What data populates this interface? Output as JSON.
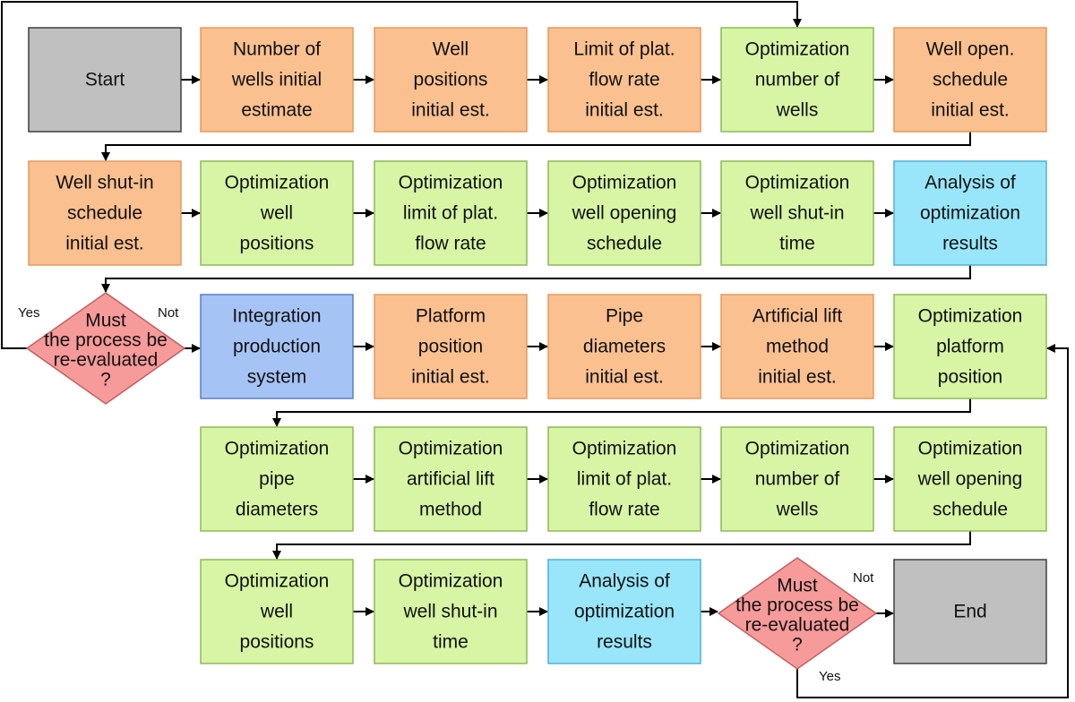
{
  "colors": {
    "terminal": "#c0c0c0",
    "terminal_stroke": "#3f3f3f",
    "initial": "#fac090",
    "initial_stroke": "#e59a5e",
    "optimization": "#d7f5a5",
    "optimization_stroke": "#8dba57",
    "analysis": "#99e6fa",
    "analysis_stroke": "#4fb1d6",
    "integration": "#a6c3f5",
    "integration_stroke": "#5a7fc9",
    "decision": "#f79a9a",
    "decision_stroke": "#c06060",
    "connector": "#000000"
  },
  "nodes": {
    "start": {
      "kind": "terminal",
      "lines": [
        "Start"
      ]
    },
    "n_wells_init": {
      "kind": "initial",
      "lines": [
        "Number of",
        "wells initial",
        "estimate"
      ]
    },
    "well_pos_init": {
      "kind": "initial",
      "lines": [
        "Well",
        "positions",
        "initial est."
      ]
    },
    "limit_flow_init": {
      "kind": "initial",
      "lines": [
        "Limit of plat.",
        "flow rate",
        "initial est."
      ]
    },
    "opt_n_wells_1": {
      "kind": "optimization",
      "lines": [
        "Optimization",
        "number of",
        "wells"
      ]
    },
    "well_open_init": {
      "kind": "initial",
      "lines": [
        "Well open.",
        "schedule",
        "initial est."
      ]
    },
    "well_shut_init": {
      "kind": "initial",
      "lines": [
        "Well shut-in",
        "schedule",
        "initial est."
      ]
    },
    "opt_well_pos_1": {
      "kind": "optimization",
      "lines": [
        "Optimization",
        "well",
        "positions"
      ]
    },
    "opt_limit_flow_1": {
      "kind": "optimization",
      "lines": [
        "Optimization",
        "limit of plat.",
        "flow rate"
      ]
    },
    "opt_open_sched_1": {
      "kind": "optimization",
      "lines": [
        "Optimization",
        "well opening",
        "schedule"
      ]
    },
    "opt_shut_time_1": {
      "kind": "optimization",
      "lines": [
        "Optimization",
        "well shut-in",
        "time"
      ]
    },
    "analysis_1": {
      "kind": "analysis",
      "lines": [
        "Analysis of",
        "optimization",
        "results"
      ]
    },
    "decision_1": {
      "kind": "decision",
      "lines": [
        "Must",
        "the process  be",
        "re-evaluated",
        "?"
      ]
    },
    "integration": {
      "kind": "integration",
      "lines": [
        "Integration",
        "production",
        "system"
      ]
    },
    "platform_pos_init": {
      "kind": "initial",
      "lines": [
        "Platform",
        "position",
        "initial est."
      ]
    },
    "pipe_diam_init": {
      "kind": "initial",
      "lines": [
        "Pipe",
        "diameters",
        "initial est."
      ]
    },
    "art_lift_init": {
      "kind": "initial",
      "lines": [
        "Artificial lift",
        "method",
        "initial est."
      ]
    },
    "opt_platform_pos": {
      "kind": "optimization",
      "lines": [
        "Optimization",
        "platform",
        "position"
      ]
    },
    "opt_pipe_diam": {
      "kind": "optimization",
      "lines": [
        "Optimization",
        "pipe",
        "diameters"
      ]
    },
    "opt_art_lift": {
      "kind": "optimization",
      "lines": [
        "Optimization",
        "artificial lift",
        "method"
      ]
    },
    "opt_limit_flow_2": {
      "kind": "optimization",
      "lines": [
        "Optimization",
        "limit of plat.",
        "flow rate"
      ]
    },
    "opt_n_wells_2": {
      "kind": "optimization",
      "lines": [
        "Optimization",
        "number of",
        "wells"
      ]
    },
    "opt_open_sched_2": {
      "kind": "optimization",
      "lines": [
        "Optimization",
        "well opening",
        "schedule"
      ]
    },
    "opt_well_pos_2": {
      "kind": "optimization",
      "lines": [
        "Optimization",
        "well",
        "positions"
      ]
    },
    "opt_shut_time_2": {
      "kind": "optimization",
      "lines": [
        "Optimization",
        "well shut-in",
        "time"
      ]
    },
    "analysis_2": {
      "kind": "analysis",
      "lines": [
        "Analysis of",
        "optimization",
        "results"
      ]
    },
    "decision_2": {
      "kind": "decision",
      "lines": [
        "Must",
        "the process  be",
        "re-evaluated",
        "?"
      ]
    },
    "end": {
      "kind": "terminal",
      "lines": [
        "End"
      ]
    }
  },
  "edge_labels": {
    "decision_1_yes": "Yes",
    "decision_1_not": "Not",
    "decision_2_not": "Not",
    "decision_2_yes": "Yes"
  }
}
